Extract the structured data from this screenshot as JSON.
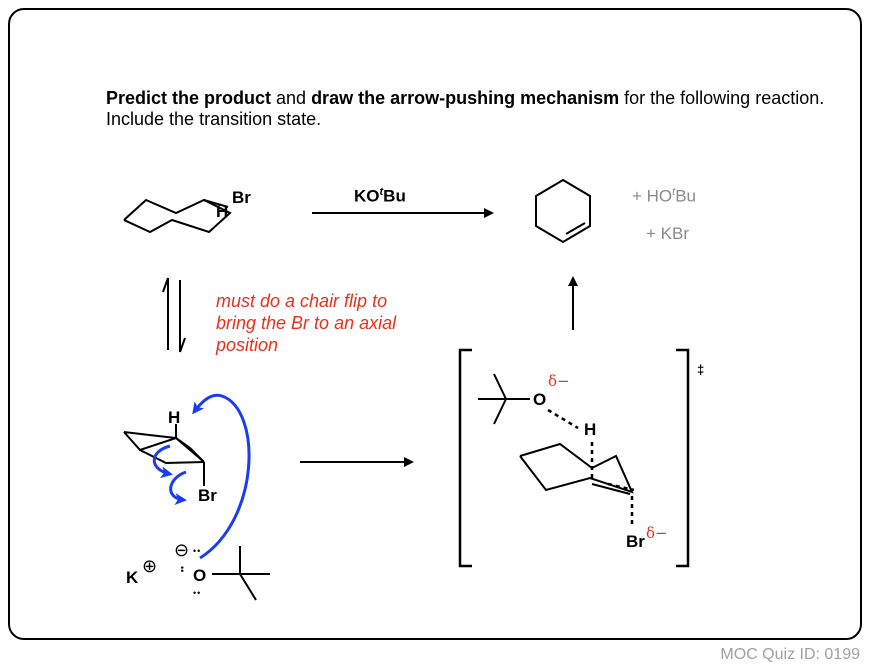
{
  "prompt": {
    "bold_1": "Predict the product",
    "text_1": " and ",
    "bold_2": "draw the arrow-pushing mechanism",
    "text_2": " for the following reaction.  Include the transition state."
  },
  "reagent": {
    "prefix": "KO",
    "italic": "t",
    "suffix": "Bu"
  },
  "byproducts": {
    "line1_prefix": "+ HO",
    "line1_italic": "t",
    "line1_suffix": "Bu",
    "line2": "+ KBr"
  },
  "note": "must do a chair flip to bring the Br to an axial position",
  "atoms": {
    "h": "H",
    "br": "Br",
    "o": "O",
    "k": "K"
  },
  "symbols": {
    "delta": "δ−",
    "double_dagger": "‡",
    "plus_charge": "⊕",
    "minus_charge": "⊖",
    "lone_pair": "••"
  },
  "footer": "MOC Quiz ID: 0199",
  "colors": {
    "arrow_blue": "#1a3cf5",
    "note_red": "#e8301e",
    "grey_text": "#8a8a8a"
  }
}
